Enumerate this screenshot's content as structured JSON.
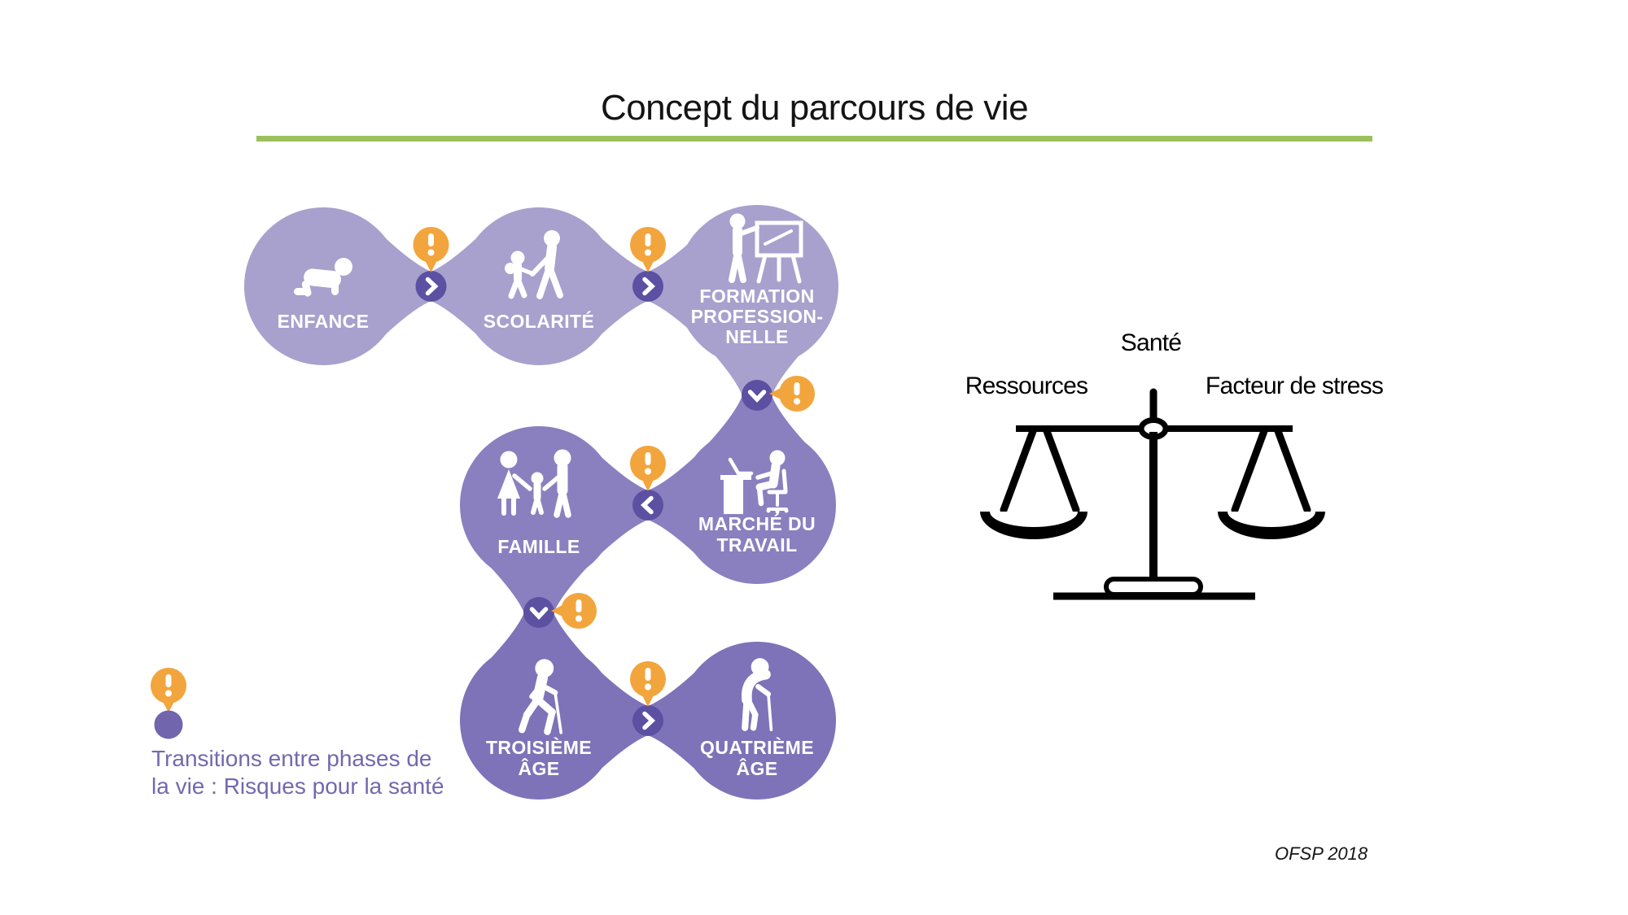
{
  "title": "Concept du parcours de vie",
  "source": "OFSP 2018",
  "legend": {
    "text": "Transitions entre phases de\nla vie : Risques pour la santé",
    "marker": "alert-exclamation-over-transition-dot"
  },
  "balance": {
    "top_label": "Santé",
    "left_label": "Ressources",
    "right_label": "Facteur de stress"
  },
  "phases": [
    {
      "label": "ENFANCE",
      "icon": "baby-crawling-icon",
      "row": 1
    },
    {
      "label": "SCOLARITÉ",
      "icon": "schoolchild-with-adult-icon",
      "row": 1
    },
    {
      "label": "FORMATION\nPROFESSION-\nNELLE",
      "icon": "presenter-flipchart-icon",
      "row": 1
    },
    {
      "label": "FAMILLE",
      "icon": "family-icon",
      "row": 2
    },
    {
      "label": "MARCHÉ DU\nTRAVAIL",
      "icon": "office-desk-worker-icon",
      "row": 2
    },
    {
      "label": "TROISIÈME\nÂGE",
      "icon": "senior-walking-icon",
      "row": 3
    },
    {
      "label": "QUATRIÈME\nÂGE",
      "icon": "elderly-with-cane-icon",
      "row": 3
    }
  ],
  "transitions": [
    {
      "from": "ENFANCE",
      "to": "SCOLARITÉ",
      "direction": "right",
      "risk_marker": true
    },
    {
      "from": "SCOLARITÉ",
      "to": "FORMATION PROFESSIONNELLE",
      "direction": "right",
      "risk_marker": true
    },
    {
      "from": "FORMATION PROFESSIONNELLE",
      "to": "MARCHÉ DU TRAVAIL",
      "direction": "down",
      "risk_marker": true
    },
    {
      "from": "MARCHÉ DU TRAVAIL",
      "to": "FAMILLE",
      "direction": "left",
      "risk_marker": true
    },
    {
      "from": "FAMILLE",
      "to": "TROISIÈME ÂGE",
      "direction": "down",
      "risk_marker": true
    },
    {
      "from": "TROISIÈME ÂGE",
      "to": "QUATRIÈME ÂGE",
      "direction": "right",
      "risk_marker": true
    }
  ],
  "colors": {
    "row1": "#a8a0cd",
    "row2": "#8a80bf",
    "row3": "#7e73b8",
    "transition": "#5c50a2",
    "legend_dot": "#7165ad",
    "alert": "#f2a53c",
    "legend_text": "#7468ae",
    "title_underline": "#9cc05c",
    "icon": "#ffffff",
    "scale_ink": "#000000"
  }
}
